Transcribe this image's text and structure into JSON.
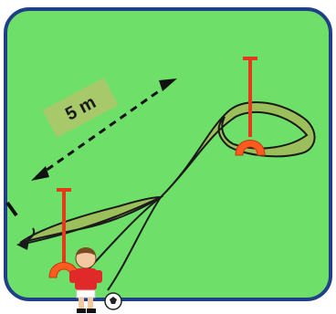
{
  "diagram": {
    "distance_label": "5 m",
    "elements": {
      "field": "grass-field",
      "course": "figure-eight-path",
      "markers": [
        "cone-pole-left",
        "cone-pole-right"
      ],
      "player": "soccer-player",
      "ball": "soccer-ball"
    },
    "colors": {
      "field_fill": "#6ee06a",
      "field_border": "#1f3f86",
      "path_fill": "#9bbf5a",
      "path_stroke": "#1a1a1a",
      "cone": "#ff5a1f",
      "pole": "#e43a1c",
      "label_bg": "#a7c96a",
      "jersey": "#e02a2a"
    }
  }
}
